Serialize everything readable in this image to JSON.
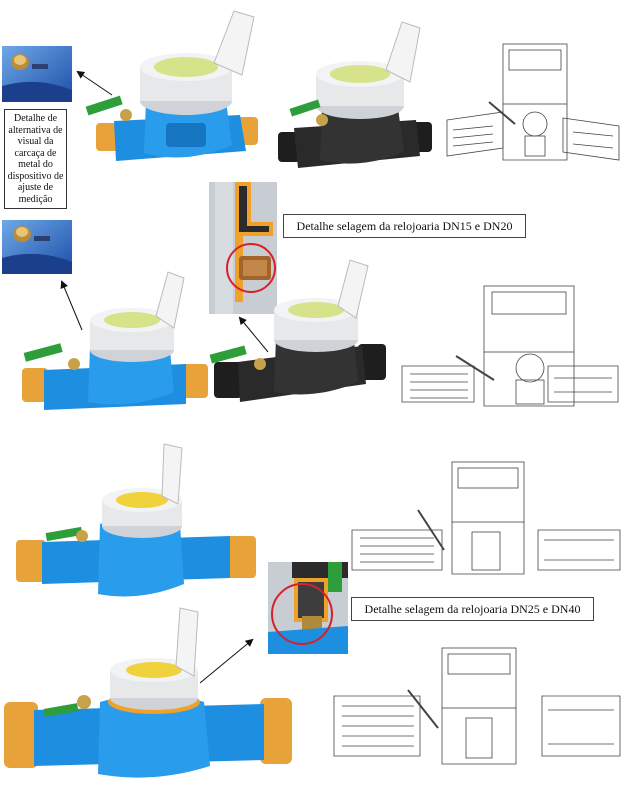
{
  "notes": {
    "visual_detail": "Detalhe de alternativa de visual da carcaça de metal do dispositivo de ajuste de medição"
  },
  "captions": {
    "sealing_dn15_dn20": "Detalhe selagem da relojoaria DN15 e DN20",
    "sealing_dn25_dn40": "Detalhe selagem da relojoaria DN25 e DN40"
  },
  "colors": {
    "blue_body": "#1e8fe0",
    "black_body": "#2a2a2a",
    "brass_thread": "#e8a23a",
    "green_seal": "#2e9e3a",
    "highlight_circle": "#d6202a"
  }
}
